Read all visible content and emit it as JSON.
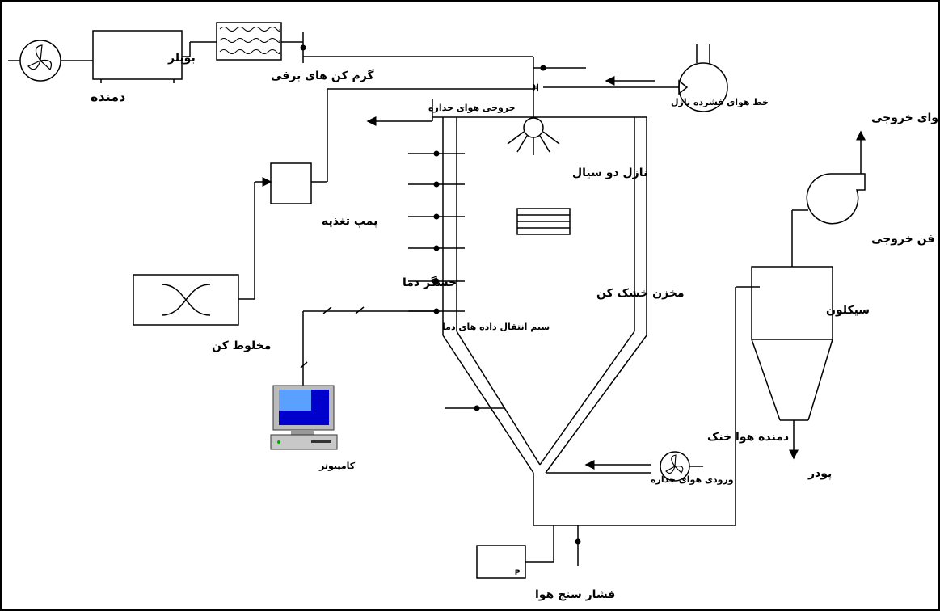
{
  "diagram": {
    "labels": {
      "blower": "دمنده",
      "boiler": "بویلر",
      "electric_heaters": "گرم کن های برقی",
      "nozzle_compressed_air_line": "خط هوای فشرده نازل",
      "wall_air_outlet": "خروجی هوای جداره",
      "two_fluid_nozzle": "نازل دو سیال",
      "feed_pump": "پمپ تغذیه",
      "mixer": "مخلوط کن",
      "temperature_sensor": "حسگر دما",
      "dryer_chamber": "مخزن خشک کن",
      "temp_data_wire": "سیم انتقال داده های دما",
      "computer": "کامپیوتر",
      "cold_air_blower": "دمنده هوا خنک",
      "wall_air_inlet": "ورودی هوای جداره",
      "air_pressure_gauge": "فشار سنج هوا",
      "pressure_gauge_mark": "P",
      "cyclone": "سیکلون",
      "exhaust_fan": "فن خروجی",
      "exhaust_air": "هوای خروجی",
      "powder": "پودر"
    }
  }
}
